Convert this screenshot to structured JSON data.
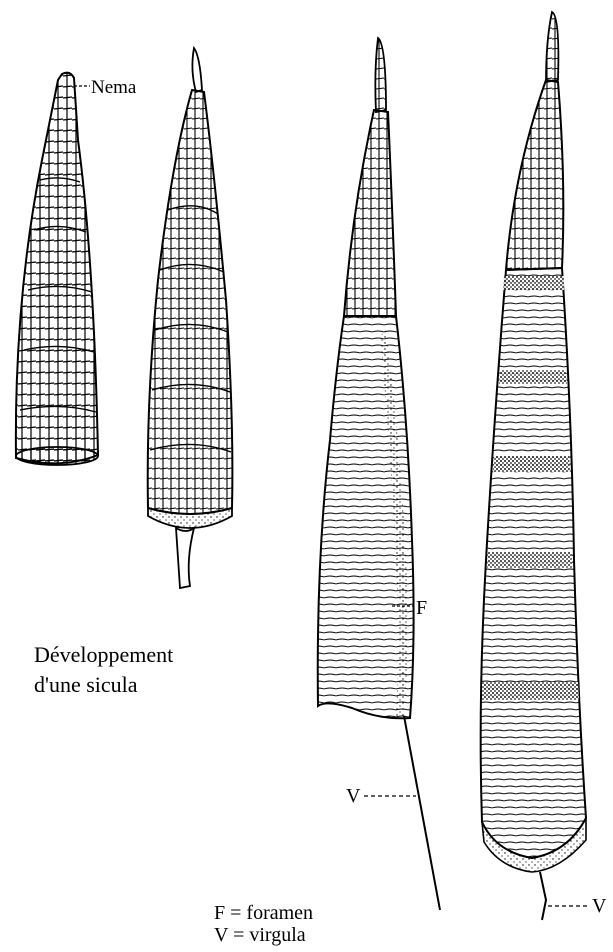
{
  "labels": {
    "nema": "Nema",
    "foramen_letter": "F",
    "virgula_letter_1": "V",
    "virgula_letter_2": "V"
  },
  "caption": {
    "line1": "Développement",
    "line2": "d'une sicula"
  },
  "legend": {
    "line1": "F = foramen",
    "line2": "V = virgula"
  }
}
